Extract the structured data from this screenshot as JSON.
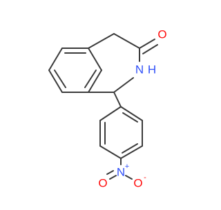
{
  "molecule": {
    "atoms": {
      "carbonyl_oxygen": "O",
      "amide_nitrogen": "N",
      "amide_hydrogen": "H",
      "nitro_nitrogen": "N",
      "nitro_nitrogen_charge": "+",
      "nitro_oxygen_double": "O",
      "nitro_oxygen_single": "O",
      "nitro_oxygen_charge": "-"
    },
    "colors": {
      "bond": "#3a3a3a",
      "oxygen": "#ff0d0d",
      "nitrogen": "#3050f8"
    }
  }
}
